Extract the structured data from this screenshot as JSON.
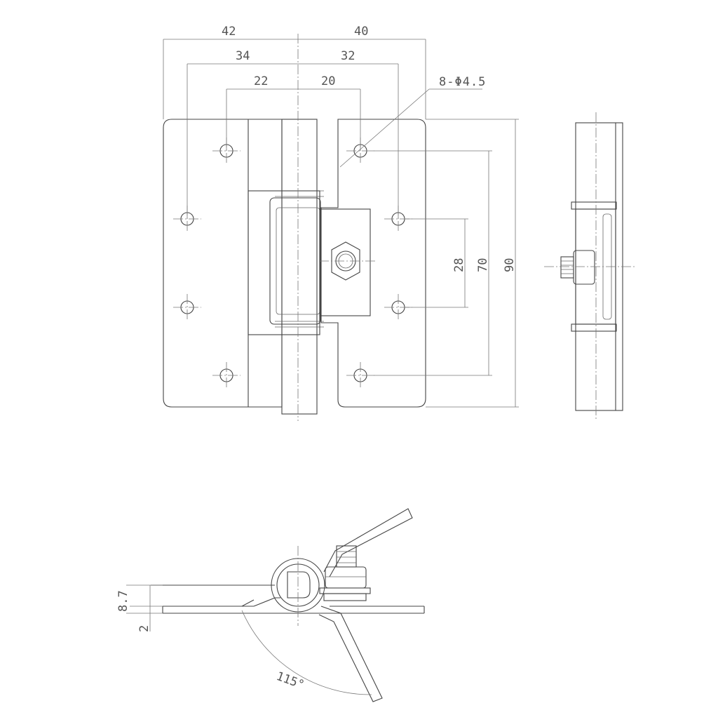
{
  "drawing": {
    "front_view": {
      "dims_top": [
        "42",
        "40",
        "34",
        "32",
        "22",
        "20"
      ],
      "hole_callout": "8-Φ4.5",
      "dims_right": [
        "28",
        "70",
        "90"
      ]
    },
    "bottom_view": {
      "dims_left": [
        "8.7",
        "2"
      ],
      "angle": "115°"
    }
  }
}
